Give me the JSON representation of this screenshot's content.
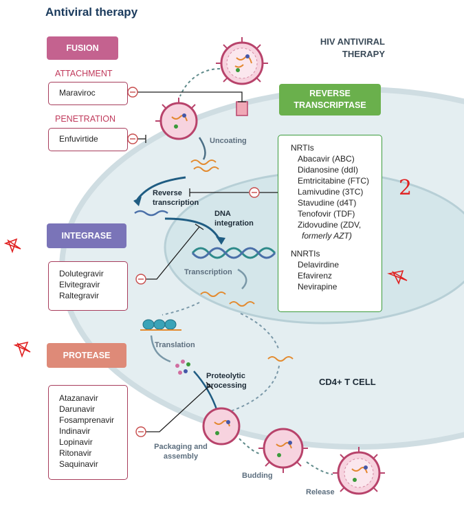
{
  "title": "Antiviral therapy",
  "header": "HIV ANTIVIRAL THERAPY",
  "fusion": {
    "title": "FUSION",
    "attachment_label": "ATTACHMENT",
    "attachment_drug": "Maraviroc",
    "penetration_label": "PENETRATION",
    "penetration_drug": "Enfuvirtide"
  },
  "reverse_transcriptase": {
    "title": "REVERSE TRANSCRIPTASE",
    "nrti_heading": "NRTIs",
    "nrtis": [
      "Abacavir (ABC)",
      "Didanosine (ddI)",
      "Emtricitabine (FTC)",
      "Lamivudine (3TC)",
      "Stavudine (d4T)",
      "Tenofovir (TDF)",
      "Zidovudine (ZDV,"
    ],
    "nrti_note": "formerly AZT)",
    "nnrti_heading": "NNRTIs",
    "nnrtis": [
      "Delavirdine",
      "Efavirenz",
      "Nevirapine"
    ]
  },
  "integrase": {
    "title": "INTEGRASE",
    "drugs": [
      "Dolutegravir",
      "Elvitegravir",
      "Raltegravir"
    ]
  },
  "protease": {
    "title": "PROTEASE",
    "drugs": [
      "Atazanavir",
      "Darunavir",
      "Fosamprenavir",
      "Indinavir",
      "Lopinavir",
      "Ritonavir",
      "Saquinavir"
    ]
  },
  "steps": {
    "uncoating": "Uncoating",
    "reverse_transcription": "Reverse transcription",
    "dna_integration": "DNA integration",
    "transcription": "Transcription",
    "translation": "Translation",
    "proteolytic": "Proteolytic processing",
    "packaging": "Packaging and assembly",
    "budding": "Budding",
    "release": "Release"
  },
  "cell_label": "CD4+ T CELL",
  "annotation": "2",
  "colors": {
    "fusion": "#c4628f",
    "green": "#6ab04c",
    "integrase": "#7a74b8",
    "protease": "#de8a78",
    "drug_border": "#a73c5b",
    "inhibitor": "#c74b4b"
  }
}
